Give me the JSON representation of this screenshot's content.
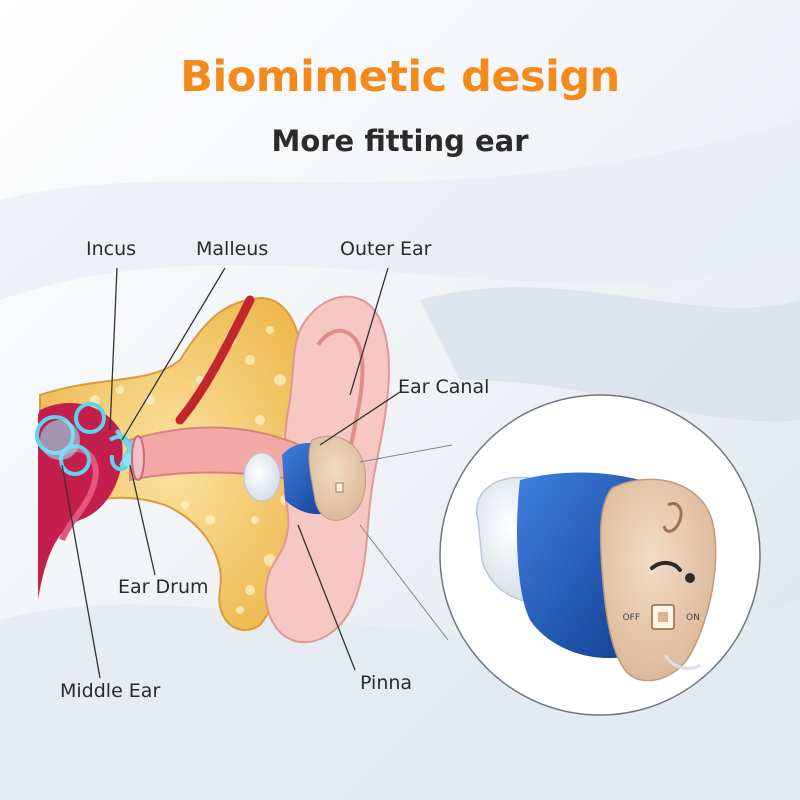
{
  "header": {
    "title": "Biomimetic design",
    "subtitle": "More fitting ear"
  },
  "labels": {
    "incus": "Incus",
    "malleus": "Malleus",
    "outer_ear": "Outer Ear",
    "ear_canal": "Ear Canal",
    "ear_drum": "Ear Drum",
    "middle_ear": "Middle Ear",
    "pinna": "Pinna"
  },
  "device": {
    "switch_off": "OFF",
    "switch_on": "ON"
  },
  "colors": {
    "title": "#f28a1c",
    "subtitle": "#2b2b2b",
    "skin": "#f6c7c3",
    "bone": "#f5d179",
    "device_shell": "#e9c9ac",
    "device_blue": "#1c57b8"
  }
}
